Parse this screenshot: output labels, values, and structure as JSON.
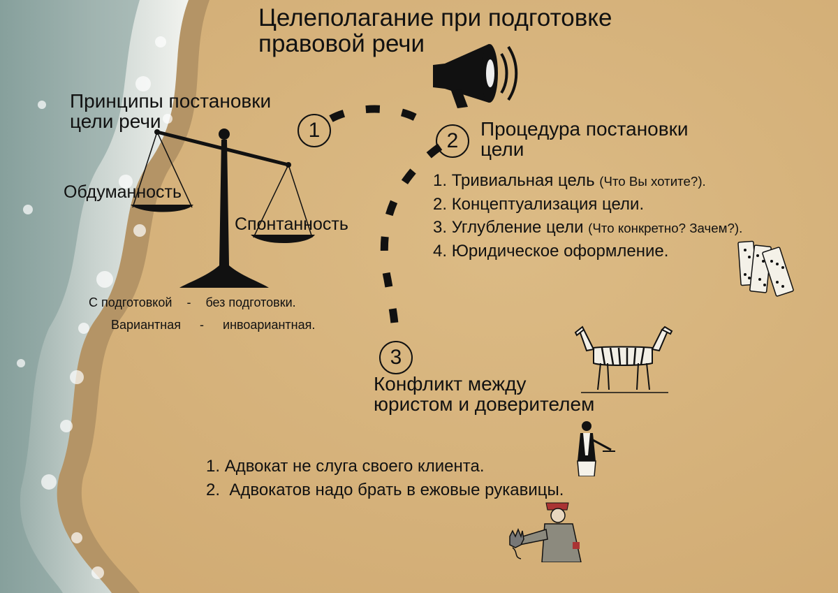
{
  "title": "Целеполагание при подготовке правовой речи",
  "title_lines": [
    "Целеполагание при подготовке",
    "правовой речи"
  ],
  "section1": {
    "number": "1",
    "heading_lines": [
      "Принципы постановки",
      "цели речи"
    ],
    "scale_left_label": "Обдуманность",
    "scale_right_label": "Спонтанность",
    "pairs": [
      {
        "left": "С подготовкой",
        "dash": "-",
        "right": "без подготовки."
      },
      {
        "left": "Вариантная",
        "dash": "-",
        "right": "инвоариантная."
      }
    ]
  },
  "section2": {
    "number": "2",
    "heading_lines": [
      "Процедура постановки",
      "цели"
    ],
    "items": [
      {
        "num": "1.",
        "text": "Тривиальная цель",
        "note": "(Что Вы хотите?)."
      },
      {
        "num": "2.",
        "text": "Концептуализация цели.",
        "note": ""
      },
      {
        "num": "3.",
        "text": "Углубление цели",
        "note": "(Что конкретно? Зачем?)."
      },
      {
        "num": "4.",
        "text": "Юридическое оформление.",
        "note": ""
      }
    ]
  },
  "section3": {
    "number": "3",
    "heading_lines": [
      "Конфликт между",
      "юристом и доверителем"
    ],
    "items": [
      {
        "num": "1.",
        "text": "Адвокат не слуга своего клиента."
      },
      {
        "num": "2.",
        "text": " Адвокатов надо брать в ежовые рукавицы."
      }
    ]
  },
  "icons": [
    "megaphone-icon",
    "scales-icon",
    "dominoes-icon",
    "two-headed-zebra-icon",
    "waiter-icon",
    "soldier-with-hedgehog-icon"
  ],
  "colors": {
    "sand": "#d8b57e",
    "sea_foam": "#eef0ec",
    "wet_sand": "#a98c60",
    "ink": "#111111"
  }
}
